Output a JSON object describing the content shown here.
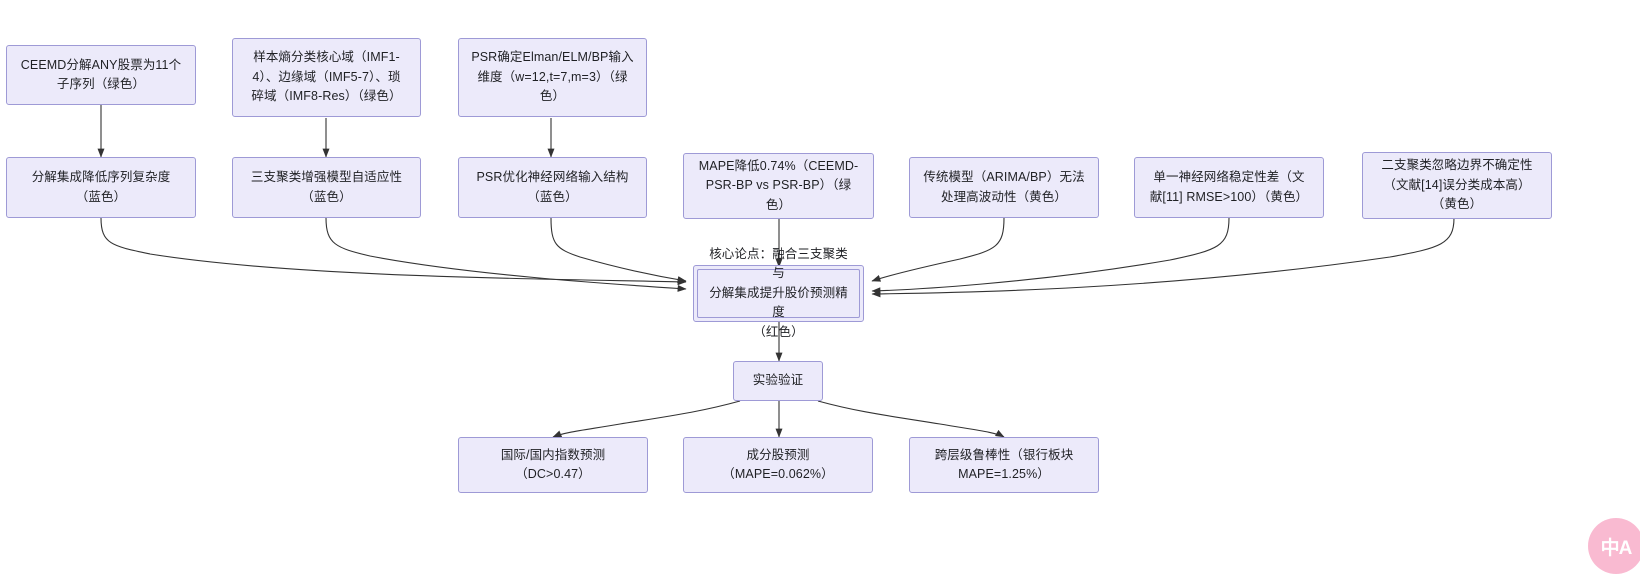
{
  "diagram": {
    "type": "flowchart",
    "direction": "top-down",
    "background_color": "#FFFFFF",
    "node_fill_color": "#ECEAFA",
    "node_border_color": "#9E9AD6",
    "edge_color": "#333333",
    "text_color": "#1F2024"
  },
  "nodes": {
    "ceemd_decompose": {
      "label": "CEEMD分解ANY股票为11个\n子序列（绿色）",
      "layer": "evidence-top",
      "color_tag": "绿色"
    },
    "sample_entropy": {
      "label": "样本熵分类核心域（IMF1-\n4）、边缘域（IMF5-7）、琐\n碎域（IMF8-Res）（绿色）",
      "layer": "evidence-top",
      "color_tag": "绿色"
    },
    "psr_input_dim": {
      "label": "PSR确定Elman/ELM/BP输入\n维度（w=12,t=7,m=3）（绿\n色）",
      "layer": "evidence-top",
      "color_tag": "绿色"
    },
    "reduce_complexity": {
      "label": "分解集成降低序列复杂度\n（蓝色）",
      "layer": "warrant",
      "color_tag": "蓝色"
    },
    "three_way_adaptive": {
      "label": "三支聚类增强模型自适应性\n（蓝色）",
      "layer": "warrant",
      "color_tag": "蓝色"
    },
    "psr_optimize": {
      "label": "PSR优化神经网络输入结构\n（蓝色）",
      "layer": "warrant",
      "color_tag": "蓝色"
    },
    "mape_drop": {
      "label": "MAPE降低0.74%（CEEMD-\nPSR-BP vs PSR-BP）（绿\n色）",
      "layer": "evidence-mid",
      "color_tag": "绿色"
    },
    "traditional_model": {
      "label": "传统模型（ARIMA/BP）无法\n处理高波动性（黄色）",
      "layer": "rebuttal",
      "color_tag": "黄色"
    },
    "single_nn_unstable": {
      "label": "单一神经网络稳定性差（文\n献[11] RMSE>100）（黄色）",
      "layer": "rebuttal",
      "color_tag": "黄色"
    },
    "two_way_ignore": {
      "label": "二支聚类忽略边界不确定性\n（文献[14]误分类成本高）\n（黄色）",
      "layer": "rebuttal",
      "color_tag": "黄色"
    },
    "core_claim": {
      "label": "核心论点：融合三支聚类与\n分解集成提升股价预测精度\n（红色）",
      "layer": "claim",
      "color_tag": "红色"
    },
    "experiment": {
      "label": "实验验证",
      "layer": "validation"
    },
    "index_forecast": {
      "label": "国际/国内指数预测\n（DC>0.47）",
      "layer": "result",
      "metric": "DC>0.47"
    },
    "constituent_forecast": {
      "label": "成分股预测\n（MAPE=0.062%）",
      "layer": "result",
      "metric": "MAPE=0.062%"
    },
    "cross_level_robust": {
      "label": "跨层级鲁棒性（银行板块\nMAPE=1.25%）",
      "layer": "result",
      "metric": "MAPE=1.25%"
    }
  },
  "edges": [
    {
      "from": "ceemd_decompose",
      "to": "reduce_complexity",
      "style": "straight-arrow"
    },
    {
      "from": "sample_entropy",
      "to": "three_way_adaptive",
      "style": "straight-arrow"
    },
    {
      "from": "psr_input_dim",
      "to": "psr_optimize",
      "style": "straight-arrow"
    },
    {
      "from": "reduce_complexity",
      "to": "core_claim",
      "style": "curve-arrow"
    },
    {
      "from": "three_way_adaptive",
      "to": "core_claim",
      "style": "curve-arrow"
    },
    {
      "from": "psr_optimize",
      "to": "core_claim",
      "style": "curve-arrow"
    },
    {
      "from": "mape_drop",
      "to": "core_claim",
      "style": "straight-arrow"
    },
    {
      "from": "traditional_model",
      "to": "core_claim",
      "style": "curve-arrow"
    },
    {
      "from": "single_nn_unstable",
      "to": "core_claim",
      "style": "curve-arrow"
    },
    {
      "from": "two_way_ignore",
      "to": "core_claim",
      "style": "curve-arrow"
    },
    {
      "from": "core_claim",
      "to": "experiment",
      "style": "straight-arrow"
    },
    {
      "from": "experiment",
      "to": "index_forecast",
      "style": "curve-arrow"
    },
    {
      "from": "experiment",
      "to": "constituent_forecast",
      "style": "straight-arrow"
    },
    {
      "from": "experiment",
      "to": "cross_level_robust",
      "style": "curve-arrow"
    }
  ],
  "watermark": {
    "text": "中A",
    "color": "#F8A0C0"
  }
}
